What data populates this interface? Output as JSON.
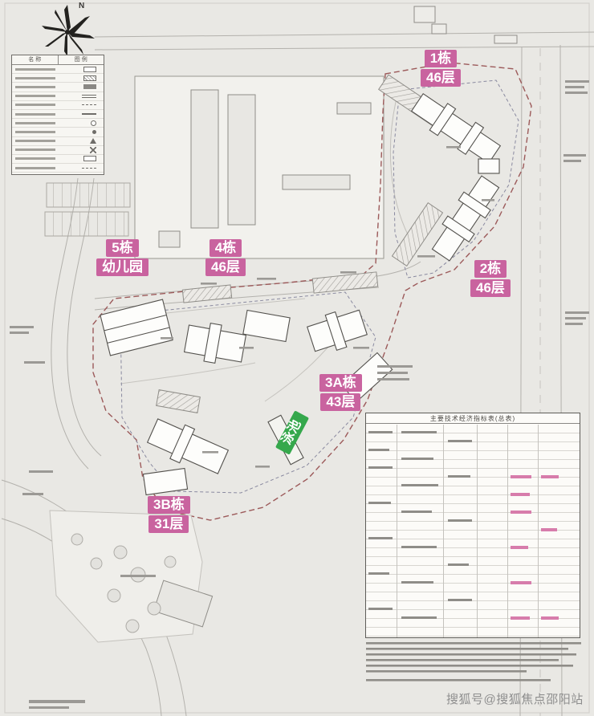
{
  "page": {
    "sheet_bg": "#e9e8e4"
  },
  "compass": {
    "north": "N"
  },
  "legend": {
    "col_name": "名 称",
    "col_symbol": "图 例"
  },
  "buildings": [
    {
      "name": "1栋",
      "info": "46层"
    },
    {
      "name": "2栋",
      "info": "46层"
    },
    {
      "name": "4栋",
      "info": "46层"
    },
    {
      "name": "5栋",
      "info": "幼儿园"
    },
    {
      "name": "3A栋",
      "info": "43层"
    },
    {
      "name": "3B栋",
      "info": "31层"
    }
  ],
  "pool_label": "泳池",
  "indicator_table": {
    "title": "主要技术经济指标表(总表)"
  },
  "watermark": "搜狐号@搜狐焦点邵阳站",
  "colors": {
    "label_pink": "#c9639f",
    "pool_green": "#35a84c",
    "watermark_gray": "#8e8e8e",
    "line_gray": "#b3b1ac",
    "boundary_red": "#9c5a5a"
  }
}
